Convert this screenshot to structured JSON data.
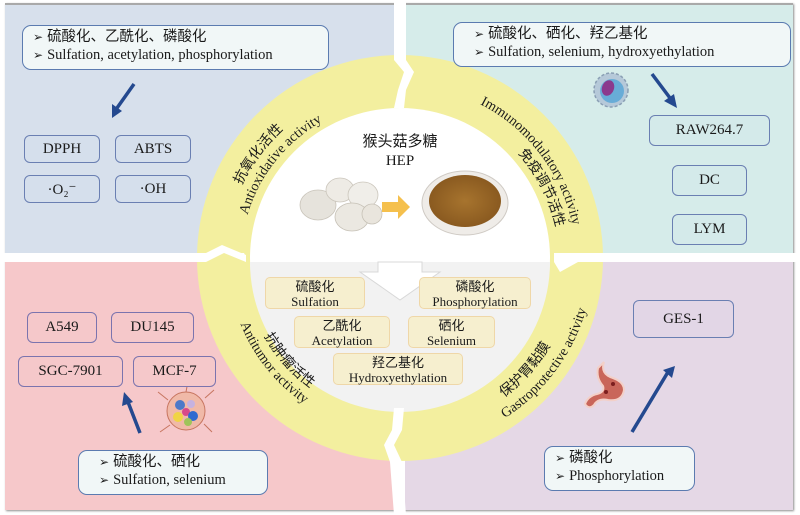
{
  "colors": {
    "quad_top_left": "#d7e0ec",
    "quad_top_right": "#d6ecea",
    "quad_bottom_left": "#f6c8ca",
    "quad_bottom_right": "#e5d8e6",
    "ring": "#f3ef9f",
    "inner_panel": "#f3f3f3",
    "arrow": "#24498f",
    "box_border": "#5b7bb0",
    "modification_box": "#f6efcf",
    "yellow_arrow": "#f5c04d"
  },
  "center": {
    "title_cn": "猴头菇多糖",
    "title_en": "HEP",
    "images": [
      "mushroom-image",
      "powder-bowl-image"
    ],
    "modifications": [
      {
        "cn": "硫酸化",
        "en": "Sulfation"
      },
      {
        "cn": "磷酸化",
        "en": "Phosphorylation"
      },
      {
        "cn": "乙酰化",
        "en": "Acetylation"
      },
      {
        "cn": "硒化",
        "en": "Selenium"
      },
      {
        "cn": "羟乙基化",
        "en": "Hydroxyethylation"
      }
    ]
  },
  "ring_labels": {
    "antioxidative": {
      "cn": "抗氧化活性",
      "en": "Antioxidative activity"
    },
    "immunomodulatory": {
      "cn": "免疫调节活性",
      "en": "Immunomodulatory activity"
    },
    "antitumor": {
      "cn": "抗肿瘤活性",
      "en": "Antitumor activity"
    },
    "gastroprotective": {
      "cn": "保护胃黏膜",
      "en": "Gastroprotective activity"
    }
  },
  "quadrants": {
    "top_left": {
      "methods_cn": "硫酸化、乙酰化、磷酸化",
      "methods_en": "Sulfation, acetylation, phosphorylation",
      "targets": [
        "DPPH",
        "ABTS",
        "·O₂⁻",
        "·OH"
      ]
    },
    "top_right": {
      "methods_cn": "硫酸化、硒化、羟乙基化",
      "methods_en": "Sulfation, selenium, hydroxyethylation",
      "icon": "immune-cell-icon",
      "targets": [
        "RAW264.7",
        "DC",
        "LYM"
      ]
    },
    "bottom_left": {
      "methods_cn": "硫酸化、硒化",
      "methods_en": "Sulfation, selenium",
      "icon": "tumor-cell-icon",
      "targets": [
        "A549",
        "DU145",
        "SGC-7901",
        "MCF-7"
      ]
    },
    "bottom_right": {
      "methods_cn": "磷酸化",
      "methods_en": "Phosphorylation",
      "icon": "stomach-icon",
      "targets": [
        "GES-1"
      ]
    }
  },
  "bullet_glyph": "➢"
}
